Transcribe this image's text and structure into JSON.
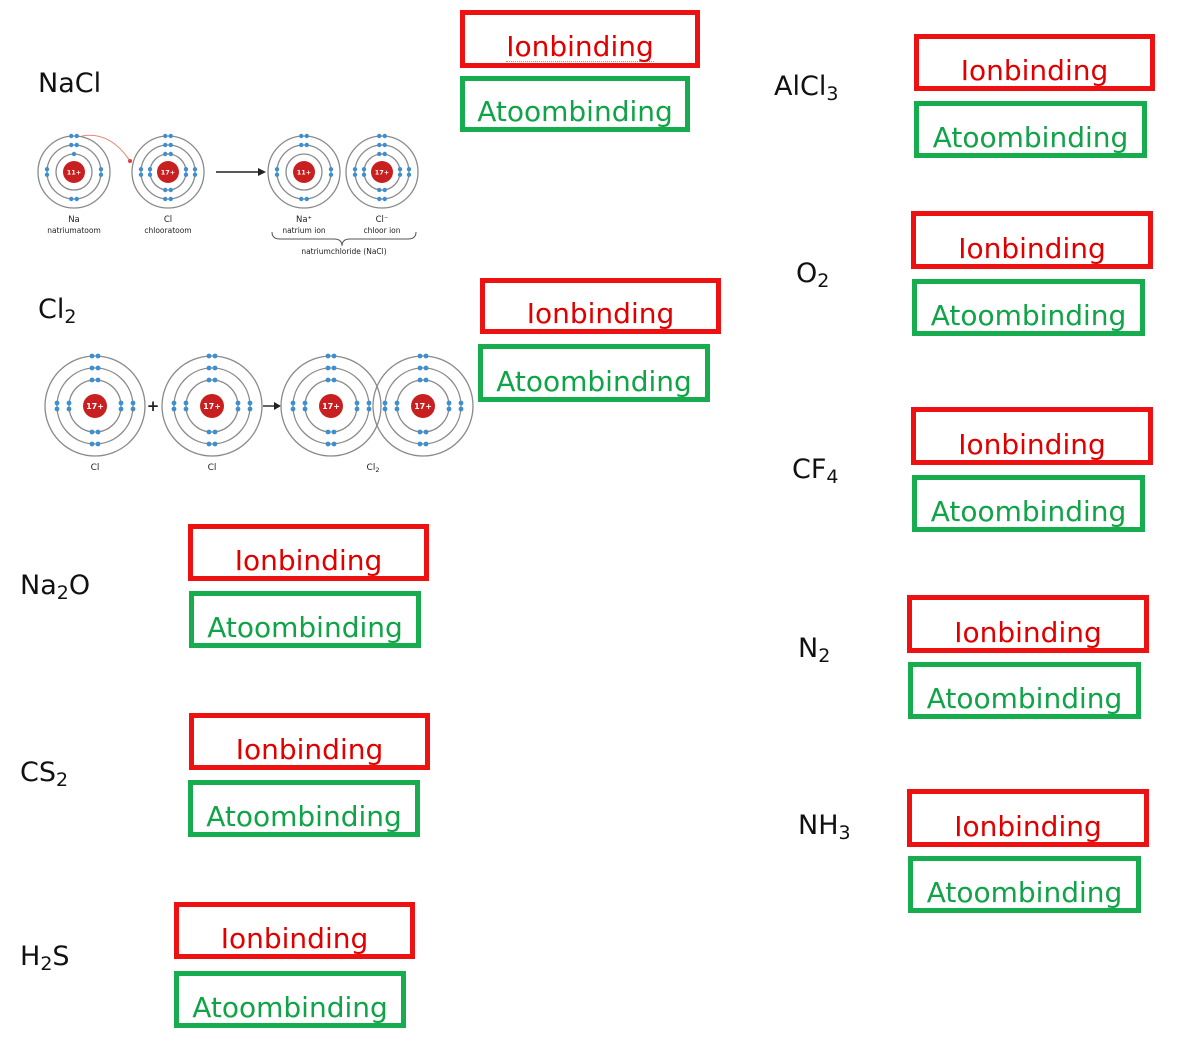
{
  "options": {
    "ion_label": "Ionbinding",
    "atoom_label": "Atoombinding"
  },
  "colors": {
    "ion": "#ee1111",
    "atoom": "#17ad4e",
    "nucleus": "#c82020",
    "electron": "#3d8fd1"
  },
  "compounds": [
    {
      "id": "nacl",
      "base": "NaCl",
      "sub": "",
      "tail": ""
    },
    {
      "id": "cl2",
      "base": "Cl",
      "sub": "2",
      "tail": ""
    },
    {
      "id": "na2o",
      "base": "Na",
      "sub": "2",
      "tail": "O"
    },
    {
      "id": "cs2",
      "base": "CS",
      "sub": "2",
      "tail": ""
    },
    {
      "id": "h2s",
      "base": "H",
      "sub": "2",
      "tail": "S"
    },
    {
      "id": "alcl3",
      "base": "AlCl",
      "sub": "3",
      "tail": ""
    },
    {
      "id": "o2",
      "base": "O",
      "sub": "2",
      "tail": ""
    },
    {
      "id": "cf4",
      "base": "CF",
      "sub": "4",
      "tail": ""
    },
    {
      "id": "n2",
      "base": "N",
      "sub": "2",
      "tail": ""
    },
    {
      "id": "nh3",
      "base": "NH",
      "sub": "3",
      "tail": ""
    }
  ],
  "nacl_diagram": {
    "na_nucleus": "11+",
    "cl_nucleus": "17+",
    "na_atom_label": "Na",
    "na_atom_caption": "natriumatoom",
    "cl_atom_label": "Cl",
    "cl_atom_caption": "chlooratoom",
    "na_ion_label": "Na⁺",
    "na_ion_caption": "natrium ion",
    "cl_ion_label": "Cl⁻",
    "cl_ion_caption": "chloor ion",
    "product_caption": "natriumchloride (NaCl)"
  },
  "cl2_diagram": {
    "nucleus": "17+",
    "plus": "+",
    "atom_label": "Cl",
    "molecule_label": "Cl",
    "molecule_sub": "2"
  }
}
